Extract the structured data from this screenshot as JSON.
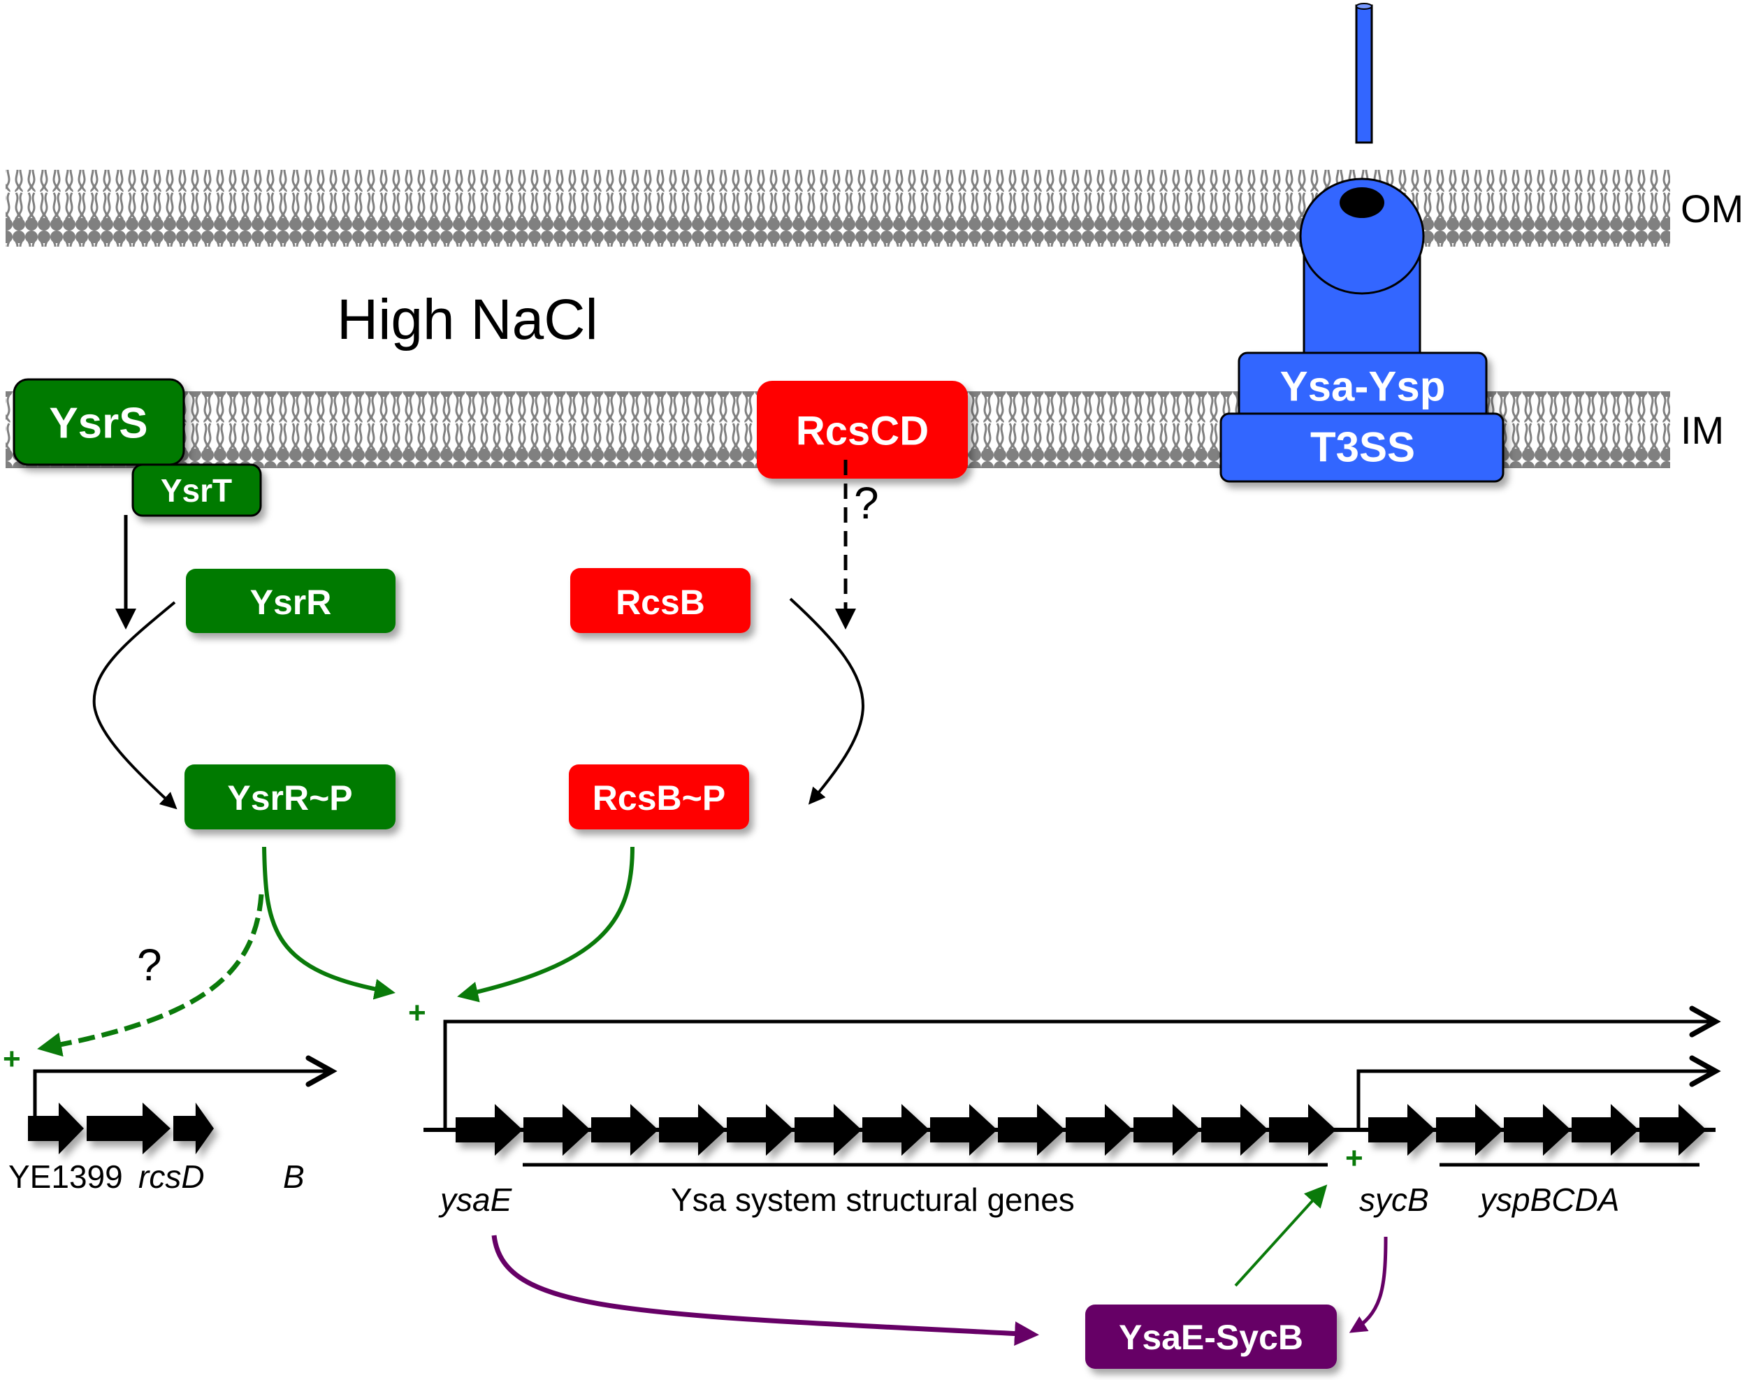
{
  "condition_label": "High NaCl",
  "membranes": {
    "outer": "OM",
    "inner": "IM"
  },
  "colors": {
    "ysr_green": "#007A00",
    "rcs_red": "#FF0000",
    "t3ss_blue": "#3366FF",
    "ysae_purple": "#660066",
    "membrane_gray": "#808080",
    "activation_green": "#0A7A0A"
  },
  "proteins": {
    "ysrS": "YsrS",
    "ysrT": "YsrT",
    "ysrR": "YsrR",
    "ysrR_p": "YsrR~P",
    "rcsCD": "RcsCD",
    "rcsB": "RcsB",
    "rcsB_p": "RcsB~P",
    "t3ss_top": "Ysa-Ysp",
    "t3ss_bottom": "T3SS",
    "complex": "YsaE-SycB"
  },
  "question_marks": {
    "rcs_uncertain": "?",
    "ysr_rcs_uncertain": "?"
  },
  "plus_signs": {
    "rcs_operon_promoter": "+",
    "ysa_promoter": "+",
    "sycb_promoter": "+"
  },
  "genes": {
    "rcs_operon": [
      "YE1399",
      "rcsD",
      "B"
    ],
    "ysaE": "ysaE",
    "structural": "Ysa system structural genes",
    "sycB": "sycB",
    "yspBCDA": "yspBCDA"
  }
}
